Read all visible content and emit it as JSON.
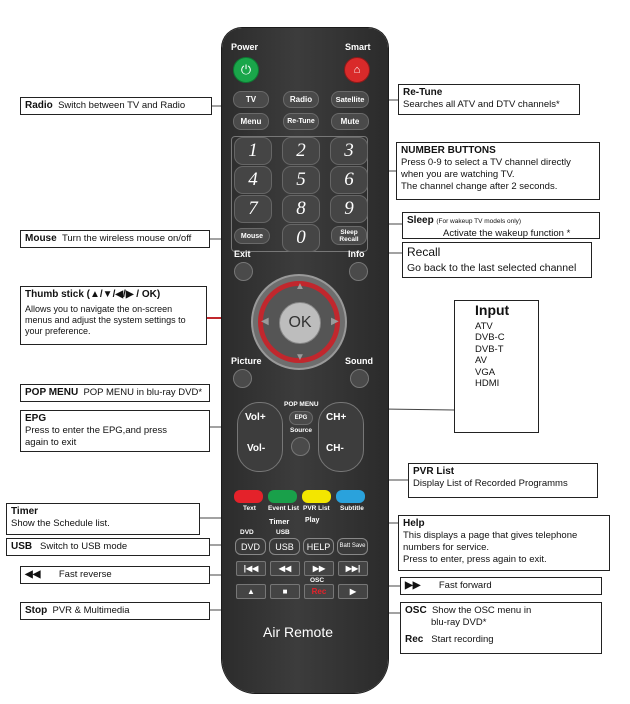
{
  "remote": {
    "power_label": "Power",
    "smart_label": "Smart",
    "row1": [
      "TV",
      "Radio",
      "Satellite"
    ],
    "row2": [
      "Menu",
      "Re-Tune",
      "Mute"
    ],
    "numbers": [
      "1",
      "2",
      "3",
      "4",
      "5",
      "6",
      "7",
      "8",
      "9",
      "0"
    ],
    "mouse_label": "Mouse",
    "sleep_label": "Sleep Recall",
    "exit_label": "Exit",
    "info_label": "Info",
    "ok_label": "OK",
    "picture_label": "Picture",
    "sound_label": "Sound",
    "pop_menu_label": "POP MENU",
    "epg_label": "EPG",
    "source_label": "Source",
    "vol_up": "Vol+",
    "vol_down": "Vol-",
    "ch_up": "CH+",
    "ch_down": "CH-",
    "color_captions": [
      "Text",
      "Event List",
      "PVR List",
      "Subtitle"
    ],
    "timer_label": "Timer",
    "play_label": "Play",
    "dvd_caption": "DVD",
    "usb_caption": "USB",
    "function_row": [
      "DVD",
      "USB",
      "HELP",
      "Batt Save"
    ],
    "transport_row1": [
      "|◀◀",
      "◀◀",
      "▶▶",
      "▶▶|"
    ],
    "osc_label": "OSC",
    "transport_row2": [
      "▲",
      "■",
      "Rec",
      "▶"
    ],
    "brand": "Air Remote",
    "colors": {
      "red": "#e4222a",
      "green": "#19a04a",
      "yellow": "#f3e600",
      "blue": "#2aa2dc",
      "power": "#1aa64a",
      "smart": "#d92a2a",
      "ring": "#c1272d"
    }
  },
  "callouts": {
    "radio": {
      "title": "Radio",
      "text": "Switch between TV and Radio"
    },
    "retune": {
      "title": "Re-Tune",
      "text": "Searches all ATV and DTV channels*"
    },
    "numbers": {
      "title": "NUMBER BUTTONS",
      "lines": [
        "Press 0-9 to select a TV channel directly",
        "when you are watching TV.",
        "The channel change after 2 seconds."
      ]
    },
    "sleep": {
      "title": "Sleep",
      "note": "(For wakeup TV models only)",
      "text": "Activate the wakeup function *"
    },
    "recall": {
      "title": "Recall",
      "text": "Go back to the last selected channel"
    },
    "mouse": {
      "title": "Mouse",
      "text": "Turn the wireless mouse on/off"
    },
    "thumb": {
      "title": "Thumb stick (▲/▼/◀/▶ / OK)",
      "lines": [
        "Allows you to navigate the on-screen",
        "menus and adjust the system settings to",
        "your preference."
      ]
    },
    "input": {
      "title": "Input",
      "items": [
        "ATV",
        "DVB-C",
        "DVB-T",
        "AV",
        "VGA",
        "HDMI"
      ]
    },
    "popmenu": {
      "title": "POP MENU",
      "text": "POP MENU in blu-ray DVD*"
    },
    "epg": {
      "title": "EPG",
      "lines": [
        "Press to enter the EPG,and press",
        "again to exit"
      ]
    },
    "pvr": {
      "title": "PVR List",
      "text": "Display List of Recorded Programms"
    },
    "timer": {
      "title": "Timer",
      "text": "Show the Schedule list."
    },
    "help": {
      "title": "Help",
      "lines": [
        "This displays a page that gives telephone",
        "numbers for service.",
        "Press to enter, press again to exit."
      ]
    },
    "usb": {
      "title": "USB",
      "text": "Switch to USB mode"
    },
    "fast_reverse": {
      "icon": "◀◀",
      "text": "Fast reverse"
    },
    "fast_forward": {
      "icon": "▶▶",
      "text": "Fast forward"
    },
    "osc": {
      "title": "OSC",
      "lines": [
        "Show the OSC menu in",
        "blu-ray DVD*"
      ]
    },
    "rec": {
      "title": "Rec",
      "text": "Start recording"
    },
    "stop": {
      "title": "Stop",
      "text": "PVR & Multimedia"
    }
  }
}
